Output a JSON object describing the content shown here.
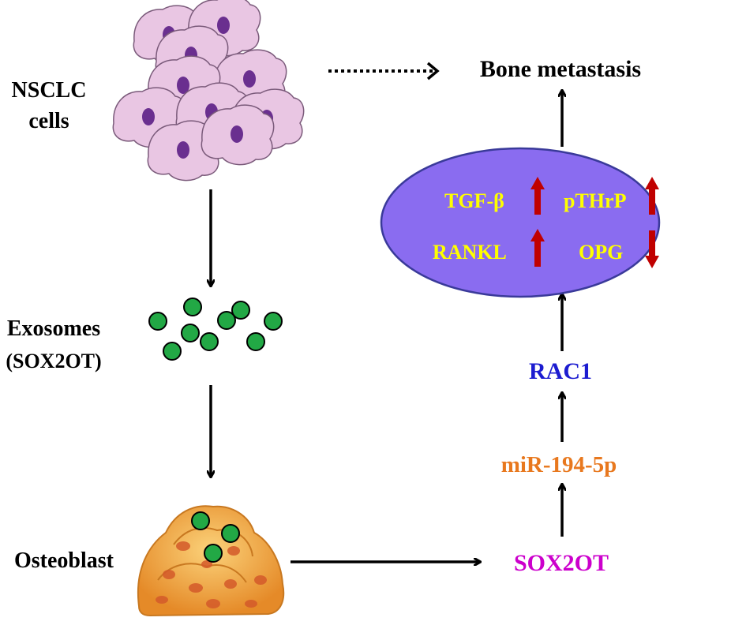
{
  "labels": {
    "nsclc_line1": "NSCLC",
    "nsclc_line2": "cells",
    "exosomes_line1": "Exosomes",
    "exosomes_line2": "(SOX2OT)",
    "osteoblast": "Osteoblast",
    "bone_metastasis": "Bone metastasis",
    "sox2ot": "SOX2OT",
    "mirna": "miR-194-5p",
    "rac1": "RAC1"
  },
  "ellipse": {
    "markers": [
      {
        "label": "TGF-β",
        "direction": "up"
      },
      {
        "label": "pTHrP",
        "direction": "up"
      },
      {
        "label": "RANKL",
        "direction": "up"
      },
      {
        "label": "OPG",
        "direction": "down"
      }
    ]
  },
  "colors": {
    "ellipse_fill": "#8a6cf0",
    "ellipse_stroke": "#3a3a9a",
    "marker_text": "#ffff00",
    "marker_arrow": "#c00000",
    "sox2ot": "#cc00cc",
    "mirna": "#e8781e",
    "rac1": "#1c1cd0",
    "exosome": "#22a845",
    "cell_fill": "#e9c6e3",
    "cell_nucleus": "#6a2f8f",
    "osteoblast_fill": "#f2a042"
  },
  "icons": {
    "nsclc": "nsclc-cells-cluster-icon",
    "exosome": "exosome-vesicle-icon",
    "osteoblast": "osteoblast-cells-icon"
  }
}
